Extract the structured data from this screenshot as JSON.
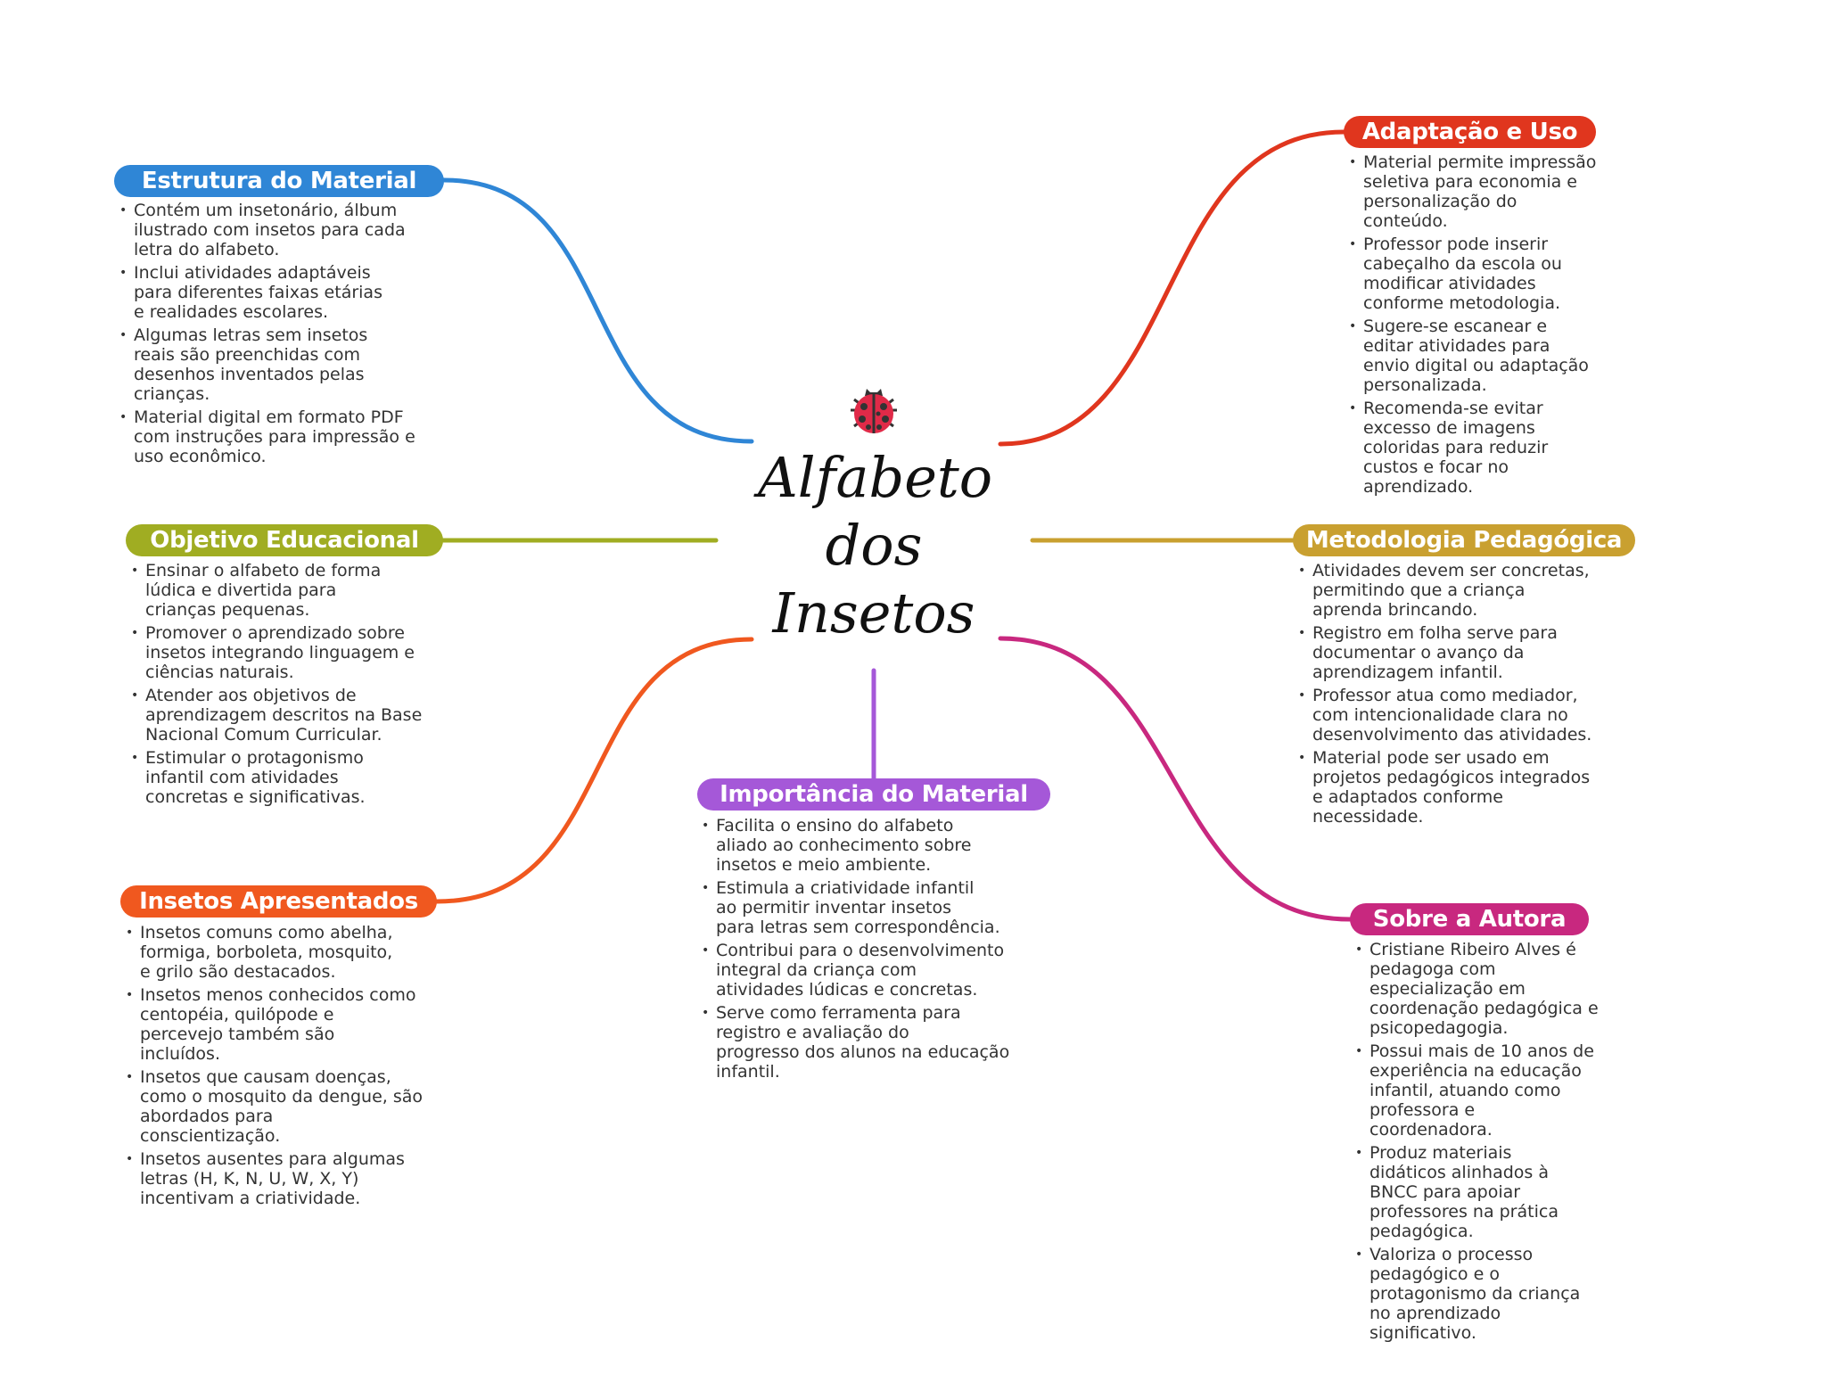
{
  "center": {
    "icon": "ladybug-icon",
    "title_lines": [
      "Alfabeto",
      "dos",
      "Insetos"
    ]
  },
  "colors": {
    "estrutura": "#2f86d6",
    "objetivo": "#a0ad22",
    "insetos": "#f0581f",
    "importancia": "#a558d8",
    "adaptacao": "#e0361e",
    "metodologia": "#c9a030",
    "autora": "#c8287f"
  },
  "branches": {
    "estrutura": {
      "title": "Estrutura do Material",
      "items": [
        "Contém um insetonário, álbum\nilustrado com insetos para cada\nletra do alfabeto.",
        "Inclui atividades adaptáveis\npara diferentes faixas etárias\ne realidades escolares.",
        "Algumas letras sem insetos\nreais são preenchidas com\ndesenhos inventados pelas\ncrianças.",
        "Material digital em formato PDF\ncom instruções para impressão e\nuso econômico."
      ]
    },
    "objetivo": {
      "title": "Objetivo Educacional",
      "items": [
        "Ensinar o alfabeto de forma\nlúdica e divertida para\ncrianças pequenas.",
        "Promover o aprendizado sobre\ninsetos integrando linguagem e\nciências naturais.",
        "Atender aos objetivos de\naprendizagem descritos na Base\nNacional Comum Curricular.",
        "Estimular o protagonismo\ninfantil com atividades\nconcretas e significativas."
      ]
    },
    "insetos": {
      "title": "Insetos Apresentados",
      "items": [
        "Insetos comuns como abelha,\nformiga, borboleta, mosquito,\ne grilo são destacados.",
        "Insetos menos conhecidos como\ncentopéia, quilópode e\npercevejo também são\nincluídos.",
        "Insetos que causam doenças,\ncomo o mosquito da dengue, são\nabordados para\nconscientização.",
        "Insetos ausentes para algumas\nletras (H, K, N, U, W, X, Y)\nincentivam a criatividade."
      ]
    },
    "importancia": {
      "title": "Importância do Material",
      "items": [
        "Facilita o ensino do alfabeto\naliado ao conhecimento sobre\ninsetos e meio ambiente.",
        "Estimula a criatividade infantil\nao permitir inventar insetos\npara letras sem correspondência.",
        "Contribui para o desenvolvimento\nintegral da criança com\natividades lúdicas e concretas.",
        "Serve como ferramenta para\nregistro e avaliação do\nprogresso dos alunos na educação\ninfantil."
      ]
    },
    "adaptacao": {
      "title": "Adaptação e Uso",
      "items": [
        "Material permite impressão\nseletiva para economia e\npersonalização do\nconteúdo.",
        "Professor pode inserir\ncabeçalho da escola ou\nmodificar atividades\nconforme metodologia.",
        "Sugere-se escanear e\neditar atividades para\nenvio digital ou adaptação\npersonalizada.",
        "Recomenda-se evitar\nexcesso de imagens\ncoloridas para reduzir\ncustos e focar no\naprendizado."
      ]
    },
    "metodologia": {
      "title": "Metodologia Pedagógica",
      "items": [
        "Atividades devem ser concretas,\npermitindo que a criança\naprenda brincando.",
        "Registro em folha serve para\ndocumentar o avanço da\naprendizagem infantil.",
        "Professor atua como mediador,\ncom intencionalidade clara no\ndesenvolvimento das atividades.",
        "Material pode ser usado em\nprojetos pedagógicos integrados\ne adaptados conforme\nnecessidade."
      ]
    },
    "autora": {
      "title": "Sobre a Autora",
      "items": [
        "Cristiane Ribeiro Alves é\npedagoga com\nespecialização em\ncoordenação pedagógica e\npsicopedagogia.",
        "Possui mais de 10 anos de\nexperiência na educação\ninfantil, atuando como\nprofessora e\ncoordenadora.",
        "Produz materiais\ndidáticos alinhados à\nBNCC para apoiar\nprofessores na prática\npedagógica.",
        "Valoriza o processo\npedagógico e o\nprotagonismo da criança\nno aprendizado\nsignificativo."
      ]
    }
  }
}
